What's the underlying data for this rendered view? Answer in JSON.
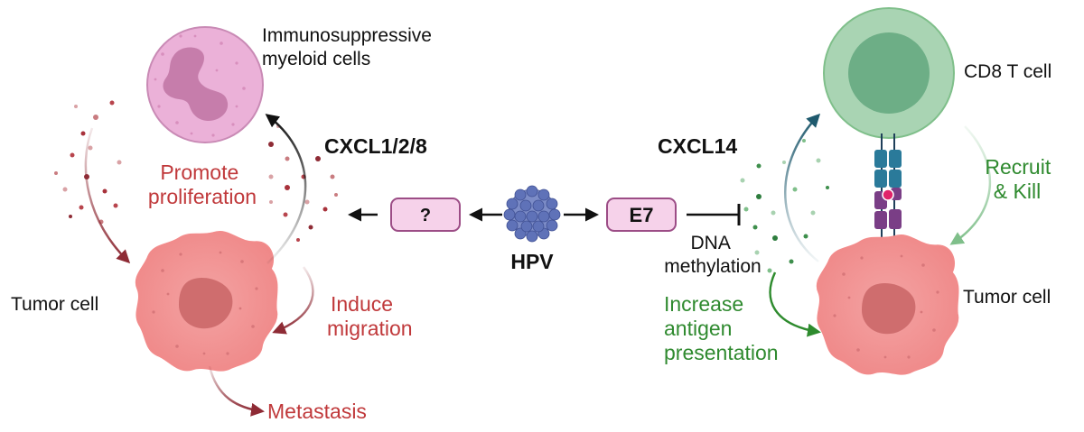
{
  "labels": {
    "myeloid": [
      "Immunosuppressive",
      "myeloid cells"
    ],
    "cxcl128": "CXCL1/2/8",
    "promote": [
      "Promote",
      "proliferation"
    ],
    "tumor_left": "Tumor cell",
    "induce": [
      "Induce",
      "migration"
    ],
    "metastasis": "Metastasis",
    "unknown_box": "?",
    "hpv": "HPV",
    "e7": "E7",
    "dna_meth": [
      "DNA",
      "methylation"
    ],
    "cxcl14": "CXCL14",
    "cd8": "CD8 T cell",
    "recruit": [
      "Recruit",
      "& Kill"
    ],
    "increase": [
      "Increase",
      "antigen",
      "presentation"
    ],
    "tumor_right": "Tumor cell"
  },
  "colors": {
    "red_text": "#c0393b",
    "green_text": "#2f8a2f",
    "box_fill": "#f6d2ea",
    "box_stroke": "#9c4d86",
    "tumor_fill": "#f0908f",
    "tumor_nucleus": "#cf6d6e",
    "myeloid_fill": "#ebb1d8",
    "myeloid_nucleus": "#c67dab",
    "tcell_outer": "#a9d4b3",
    "tcell_inner": "#6dae86",
    "virus": "#5f72b8",
    "dark_red_arrow": "#8e2b35",
    "teal_arrow": "#1f5a6e",
    "green_arrow": "#2e8b2e"
  }
}
